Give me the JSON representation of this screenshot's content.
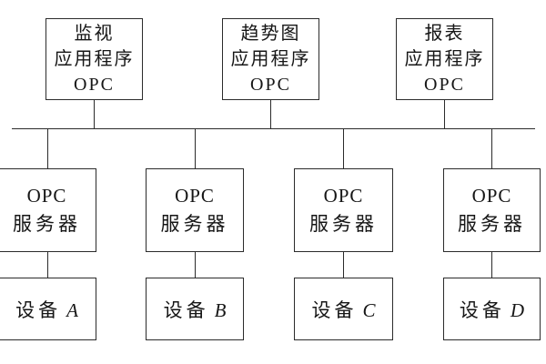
{
  "diagram": {
    "applications": [
      {
        "line1": "监视",
        "line2": "应用程序",
        "line3": "OPC"
      },
      {
        "line1": "趋势图",
        "line2": "应用程序",
        "line3": "OPC"
      },
      {
        "line1": "报表",
        "line2": "应用程序",
        "line3": "OPC"
      }
    ],
    "servers": [
      {
        "line1": "OPC",
        "line2": "服务器"
      },
      {
        "line1": "OPC",
        "line2": "服务器"
      },
      {
        "line1": "OPC",
        "line2": "服务器"
      },
      {
        "line1": "OPC",
        "line2": "服务器"
      }
    ],
    "devices": [
      {
        "prefix": "设备",
        "letter": "A"
      },
      {
        "prefix": "设备",
        "letter": "B"
      },
      {
        "prefix": "设备",
        "letter": "C"
      },
      {
        "prefix": "设备",
        "letter": "D"
      }
    ],
    "colors": {
      "line": "#2b2b2b",
      "text": "#161616",
      "background": "#ffffff"
    }
  }
}
